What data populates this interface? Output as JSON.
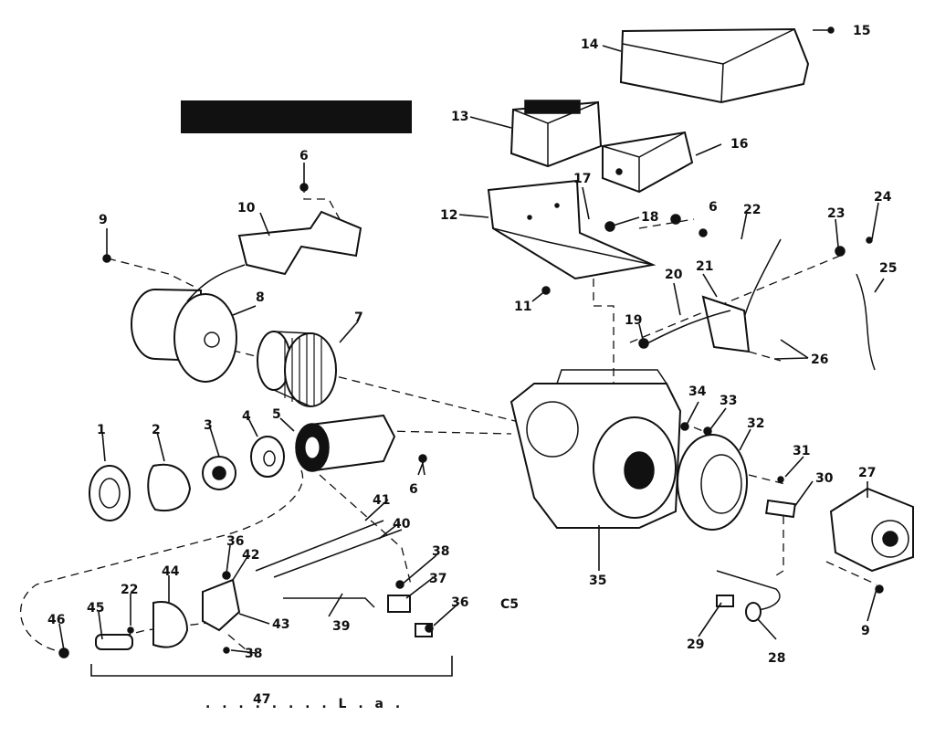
{
  "diagram": {
    "code": "C5",
    "footer_marks": ". . . . . . . . L . a .",
    "callouts": [
      {
        "id": "1",
        "label": "1"
      },
      {
        "id": "2",
        "label": "2"
      },
      {
        "id": "3",
        "label": "3"
      },
      {
        "id": "4",
        "label": "4"
      },
      {
        "id": "5",
        "label": "5"
      },
      {
        "id": "6a",
        "label": "6"
      },
      {
        "id": "6b",
        "label": "6"
      },
      {
        "id": "6c",
        "label": "6"
      },
      {
        "id": "7",
        "label": "7"
      },
      {
        "id": "8",
        "label": "8"
      },
      {
        "id": "9a",
        "label": "9"
      },
      {
        "id": "9b",
        "label": "9"
      },
      {
        "id": "10",
        "label": "10"
      },
      {
        "id": "11",
        "label": "11"
      },
      {
        "id": "12",
        "label": "12"
      },
      {
        "id": "13",
        "label": "13"
      },
      {
        "id": "14",
        "label": "14"
      },
      {
        "id": "15",
        "label": "15"
      },
      {
        "id": "16",
        "label": "16"
      },
      {
        "id": "17",
        "label": "17"
      },
      {
        "id": "18",
        "label": "18"
      },
      {
        "id": "19",
        "label": "19"
      },
      {
        "id": "20",
        "label": "20"
      },
      {
        "id": "21",
        "label": "21"
      },
      {
        "id": "22a",
        "label": "22"
      },
      {
        "id": "22b",
        "label": "22"
      },
      {
        "id": "23",
        "label": "23"
      },
      {
        "id": "24",
        "label": "24"
      },
      {
        "id": "25",
        "label": "25"
      },
      {
        "id": "26",
        "label": "26"
      },
      {
        "id": "27",
        "label": "27"
      },
      {
        "id": "28",
        "label": "28"
      },
      {
        "id": "29",
        "label": "29"
      },
      {
        "id": "30",
        "label": "30"
      },
      {
        "id": "31",
        "label": "31"
      },
      {
        "id": "32",
        "label": "32"
      },
      {
        "id": "33",
        "label": "33"
      },
      {
        "id": "34",
        "label": "34"
      },
      {
        "id": "35",
        "label": "35"
      },
      {
        "id": "36a",
        "label": "36"
      },
      {
        "id": "36b",
        "label": "36"
      },
      {
        "id": "37",
        "label": "37"
      },
      {
        "id": "38a",
        "label": "38"
      },
      {
        "id": "38b",
        "label": "38"
      },
      {
        "id": "39",
        "label": "39"
      },
      {
        "id": "40",
        "label": "40"
      },
      {
        "id": "41",
        "label": "41"
      },
      {
        "id": "42",
        "label": "42"
      },
      {
        "id": "43",
        "label": "43"
      },
      {
        "id": "44",
        "label": "44"
      },
      {
        "id": "45",
        "label": "45"
      },
      {
        "id": "46",
        "label": "46"
      },
      {
        "id": "47",
        "label": "47"
      }
    ]
  }
}
